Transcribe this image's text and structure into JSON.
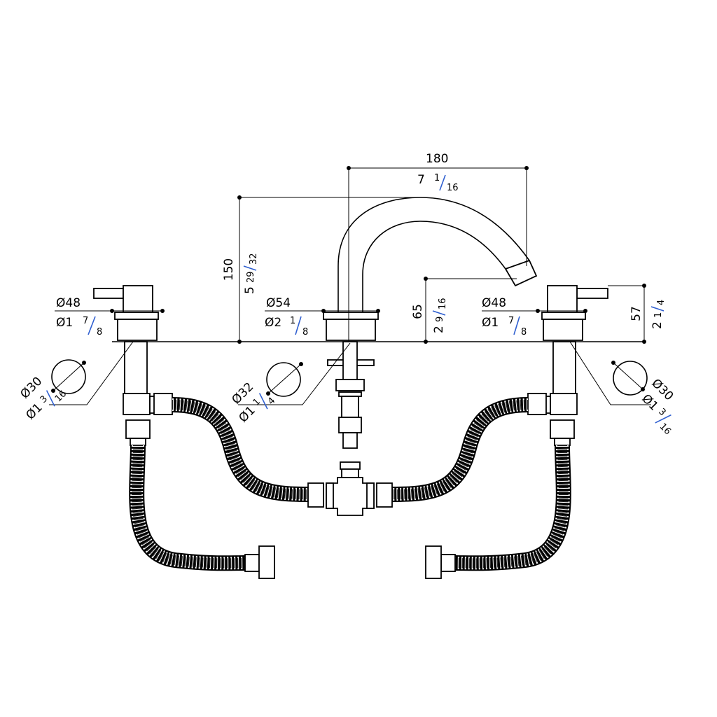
{
  "dimensions": {
    "spout_reach": {
      "mm": "180",
      "whole": "7",
      "num": "1",
      "den": "16"
    },
    "spout_height": {
      "mm": "150",
      "whole": "5",
      "num": "29",
      "den": "32"
    },
    "outlet_height": {
      "mm": "65",
      "whole": "2",
      "num": "9",
      "den": "16"
    },
    "handle_height": {
      "mm": "57",
      "whole": "2",
      "num": "1",
      "den": "4"
    },
    "left_handle_dia": {
      "mm": "Ø48",
      "whole": "Ø1",
      "num": "7",
      "den": "8"
    },
    "spout_base_dia": {
      "mm": "Ø54",
      "whole": "Ø2",
      "num": "1",
      "den": "8"
    },
    "right_handle_dia": {
      "mm": "Ø48",
      "whole": "Ø1",
      "num": "7",
      "den": "8"
    },
    "left_hole_dia": {
      "mm": "Ø30",
      "whole": "Ø1",
      "num": "3",
      "den": "16"
    },
    "center_hole_dia": {
      "mm": "Ø32",
      "whole": "Ø1",
      "num": "1",
      "den": "4"
    },
    "right_hole_dia": {
      "mm": "Ø30",
      "whole": "Ø1",
      "num": "3",
      "den": "16"
    }
  },
  "colors": {
    "line": "#000000",
    "fraction_slash": "#2f5fd0",
    "background": "#ffffff"
  }
}
